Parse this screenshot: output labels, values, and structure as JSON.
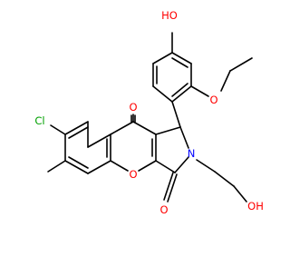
{
  "structure": {
    "type": "chemical-structure-diagram",
    "atom_labels": {
      "hydroxyl_phenol": "HO",
      "ether_oxygen": "O",
      "chloro": "Cl",
      "ketone_oxygen_top": "O",
      "ring_oxygen_chromone": "O",
      "lactam_oxygen": "O",
      "ring_nitrogen": "N",
      "hydroxyl_ethyl": "OH"
    },
    "colors": {
      "bond": "#000000",
      "oxygen": "#ff0000",
      "nitrogen": "#0000ff",
      "chlorine": "#00a000"
    }
  }
}
